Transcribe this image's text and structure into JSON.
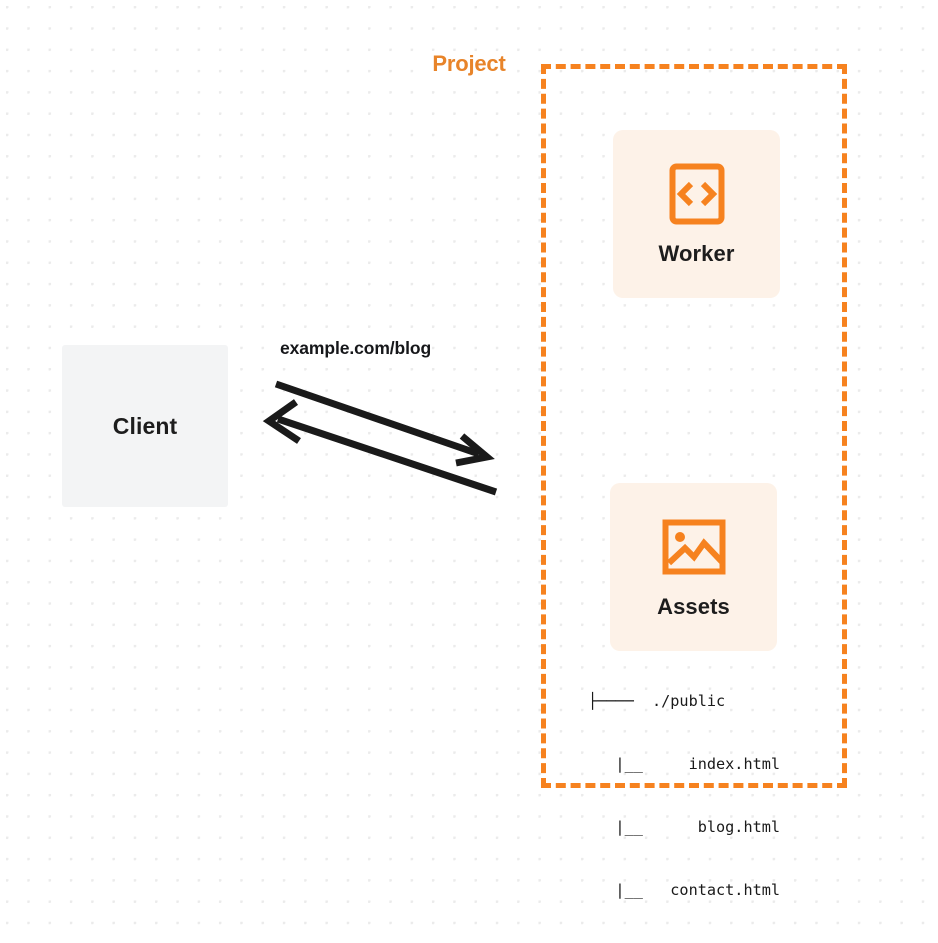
{
  "diagram": {
    "title": "Project",
    "background": {
      "style": "dot-grid",
      "dot_color": "#ebebeb",
      "page_color": "#ffffff"
    },
    "colors": {
      "accent_orange": "#f6821f",
      "title_orange": "#e8842a",
      "card_background": "#fdf2e8",
      "client_background": "#f3f4f5",
      "text_dark": "#1d1d1d",
      "arrow": "#1a1a1a"
    }
  },
  "client": {
    "label": "Client",
    "icon": "none"
  },
  "connection": {
    "label": "example.com/blog",
    "request_direction": "client-to-project",
    "response_direction": "project-to-client"
  },
  "project": {
    "title": "Project",
    "nodes": [
      {
        "id": "worker",
        "label": "Worker",
        "icon": "code-brackets-icon"
      },
      {
        "id": "assets",
        "label": "Assets",
        "icon": "image-icon"
      }
    ]
  },
  "file_tree": {
    "lines": [
      "├────  ./public",
      "   |__     index.html",
      "   |__      blog.html",
      "   |__   contact.html"
    ],
    "root": "./public",
    "files": [
      "index.html",
      "blog.html",
      "contact.html"
    ]
  }
}
